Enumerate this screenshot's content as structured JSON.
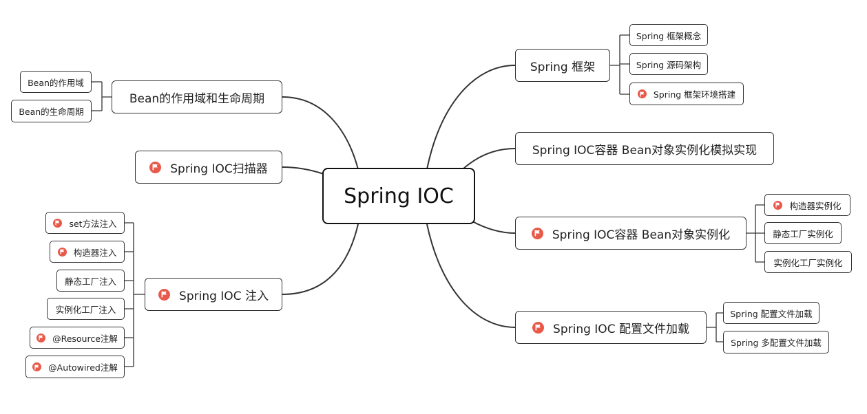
{
  "root": {
    "label": "Spring IOC"
  },
  "branches": {
    "framework": {
      "label": "Spring 框架",
      "children": [
        "Spring 框架概念",
        "Spring 源码架构",
        "Spring 框架环境搭建"
      ]
    },
    "simulate": {
      "label": "Spring IOC容器 Bean对象实例化模拟实现"
    },
    "instantiation": {
      "label": "Spring IOC容器 Bean对象实例化",
      "children": [
        "构造器实例化",
        "静态工厂实例化",
        "实例化工厂实例化"
      ]
    },
    "config": {
      "label": "Spring IOC 配置文件加载",
      "children": [
        "Spring 配置文件加载",
        "Spring 多配置文件加载"
      ]
    },
    "scope": {
      "label": "Bean的作用域和生命周期",
      "children": [
        "Bean的作用域",
        "Bean的生命周期"
      ]
    },
    "scanner": {
      "label": "Spring IOC扫描器"
    },
    "injection": {
      "label": "Spring IOC 注入",
      "children": [
        "set方法注入",
        "构造器注入",
        "静态工厂注入",
        "实例化工厂注入",
        "@Resource注解",
        "@Autowired注解"
      ]
    }
  },
  "markers": {
    "icon": "flag-icon",
    "color": "#e8594a"
  }
}
